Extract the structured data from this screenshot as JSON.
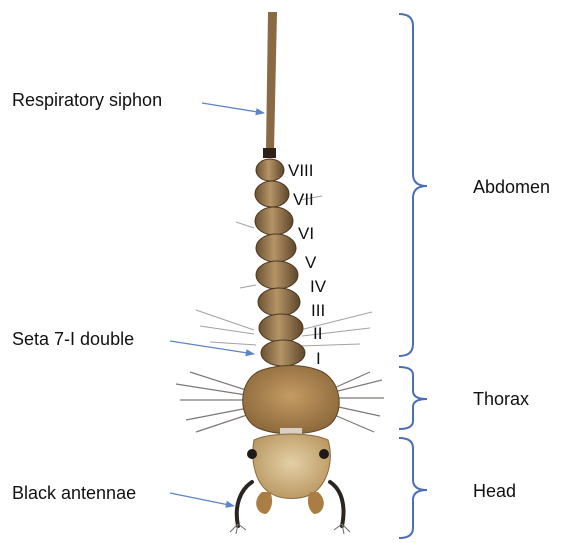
{
  "labels": {
    "respiratory_siphon": "Respiratory siphon",
    "seta": "Seta 7-I double",
    "antennae": "Black antennae"
  },
  "regions": {
    "abdomen": "Abdomen",
    "thorax": "Thorax",
    "head": "Head"
  },
  "segments": [
    "VIII",
    "VII",
    "VI",
    "V",
    "IV",
    "III",
    "II",
    "I"
  ],
  "colors": {
    "bracket": "#4a6fb5",
    "arrow": "#5b86c5",
    "larva_body": "#9a7a4e",
    "larva_thorax": "#a27b4f",
    "head": "#c9ad7e"
  }
}
